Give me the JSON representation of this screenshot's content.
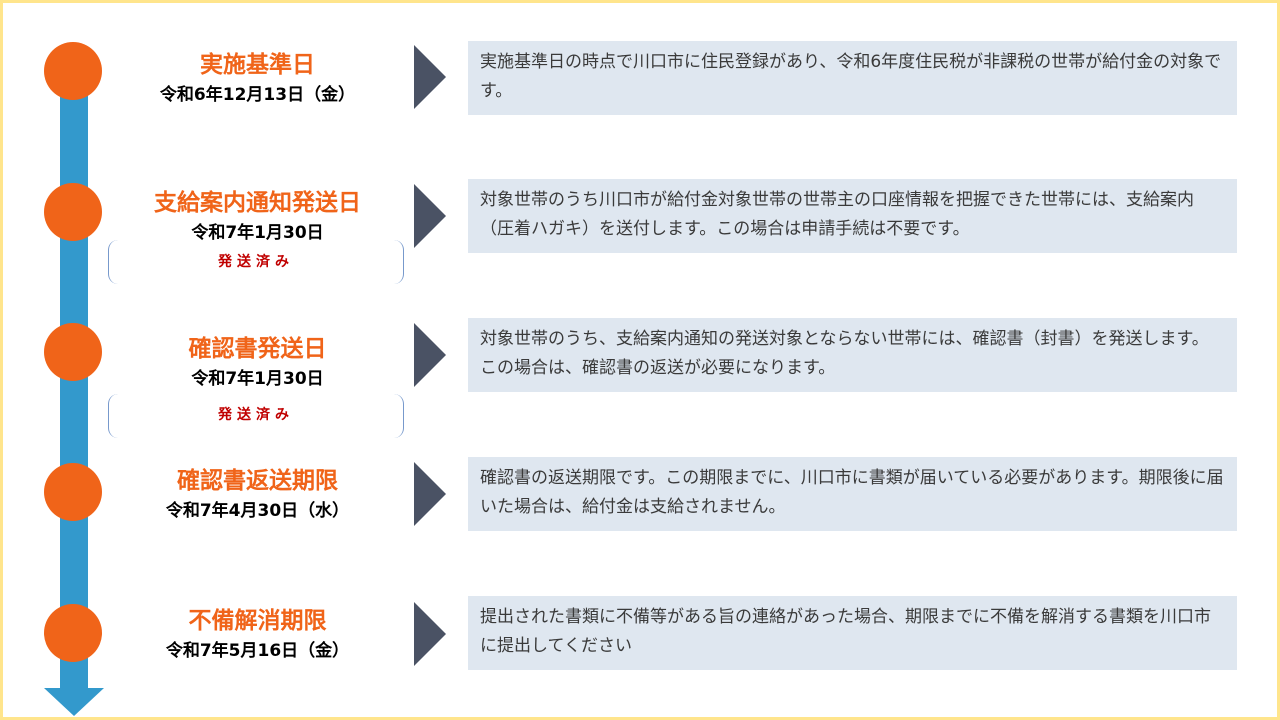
{
  "colors": {
    "accent_orange": "#f06419",
    "timeline_blue": "#3399cc",
    "chevron_dark": "#4a5264",
    "desc_background": "#dfe7f0",
    "sent_red": "#c00000",
    "frame_yellow": "#ffe58c"
  },
  "timeline": [
    {
      "title": "実施基準日",
      "date": "令和6年12月13日（金）",
      "description": "実施基準日の時点で川口市に住民登録があり、令和6年度住民税が非課税の世帯が給付金の対象です。"
    },
    {
      "title": "支給案内通知発送日",
      "date": "令和7年1月30日",
      "status": "発送済み",
      "description": "対象世帯のうち川口市が給付金対象世帯の世帯主の口座情報を把握できた世帯には、支給案内（圧着ハガキ）を送付します。この場合は申請手続は不要です。"
    },
    {
      "title": "確認書発送日",
      "date": "令和7年1月30日",
      "status": "発送済み",
      "description": "対象世帯のうち、支給案内通知の発送対象とならない世帯には、確認書（封書）を発送します。この場合は、確認書の返送が必要になります。"
    },
    {
      "title": "確認書返送期限",
      "date": "令和7年4月30日（水）",
      "description": "確認書の返送期限です。この期限までに、川口市に書類が届いている必要があります。期限後に届いた場合は、給付金は支給されません。"
    },
    {
      "title": "不備解消期限",
      "date": "令和7年5月16日（金）",
      "description": "提出された書類に不備等がある旨の連絡があった場合、期限までに不備を解消する書類を川口市に提出してください"
    }
  ]
}
